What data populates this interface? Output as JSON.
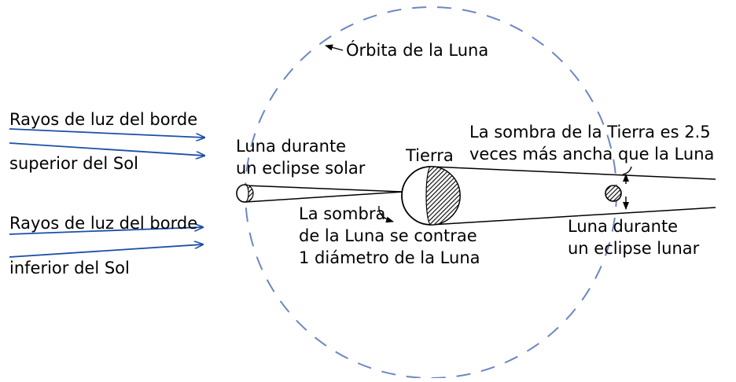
{
  "labels": {
    "orbit": "Órbita de la Luna",
    "rays_top_line1": "Rayos de luz del borde",
    "rays_top_line2": "superior del Sol",
    "rays_bottom_line1": "Rayos de luz del borde",
    "rays_bottom_line2": "inferior del Sol",
    "moon_solar_line1": "Luna durante",
    "moon_solar_line2": "un eclipse solar",
    "earth": "Tierra",
    "moon_shadow_line1": "La sombra",
    "moon_shadow_line2": "de la Luna se contrae",
    "moon_shadow_line3": "1 diámetro de la Luna",
    "earth_shadow_line1": "La sombra de la Tierra es 2.5",
    "earth_shadow_line2": "veces más ancha que la Luna",
    "moon_lunar_line1": "Luna durante",
    "moon_lunar_line2": "un eclipse lunar"
  },
  "colors": {
    "ray": "#1c4fa8",
    "orbit": "#6d86c4",
    "ink": "#000000"
  }
}
